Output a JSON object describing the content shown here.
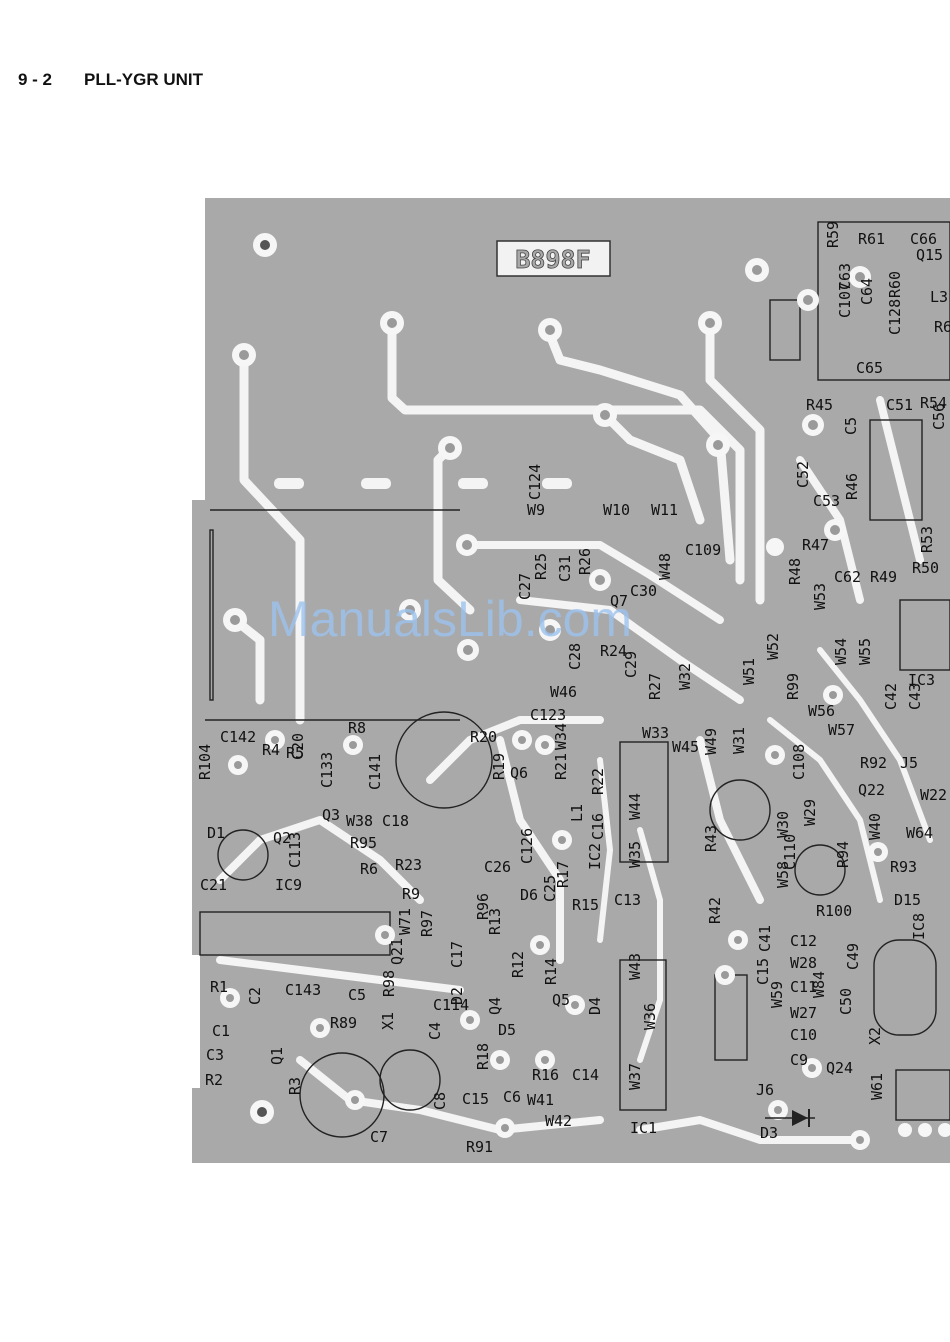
{
  "header": {
    "section": "9 - 2",
    "title": "PLL-YGR UNIT"
  },
  "board": {
    "code": "B898F"
  },
  "watermark": "ManualsLib.com",
  "colors": {
    "board": "#a9a9a9",
    "trace": "#f4f4f4",
    "ink": "#111111",
    "watermark": "#9cc3ee"
  },
  "labels": [
    "R59",
    "R61",
    "C66",
    "Q15",
    "C107",
    "C63",
    "C64",
    "R60",
    "C128",
    "L3",
    "C65",
    "R6",
    "R45",
    "C51",
    "R54",
    "C5",
    "C56",
    "C52",
    "C53",
    "R46",
    "C124",
    "W9",
    "W10",
    "W11",
    "C109",
    "R47",
    "R48",
    "C62",
    "R49",
    "R50",
    "R53",
    "C27",
    "R25",
    "C31",
    "R26",
    "C30",
    "Q7",
    "W48",
    "W53",
    "W52",
    "W54",
    "W55",
    "IC3",
    "C28",
    "R24",
    "C29",
    "R27",
    "W32",
    "W46",
    "W51",
    "R99",
    "W56",
    "C42",
    "C43",
    "C123",
    "W34",
    "W33",
    "W45",
    "W49",
    "W31",
    "C108",
    "W57",
    "R92",
    "J5",
    "R104",
    "C142",
    "R4",
    "C20",
    "R8",
    "R20",
    "R19",
    "Q6",
    "R5",
    "C133",
    "C141",
    "R21",
    "W44",
    "R22",
    "Q22",
    "W22",
    "L1",
    "D1",
    "Q2",
    "Q3",
    "W38",
    "C18",
    "W30",
    "W29",
    "W40",
    "W64",
    "R95",
    "C16",
    "R94",
    "C113",
    "R6",
    "R23",
    "C26",
    "C126",
    "IC2",
    "W35",
    "R43",
    "C110",
    "R93",
    "C21",
    "IC9",
    "R9",
    "R17",
    "W58",
    "R96",
    "D6",
    "C25",
    "D15",
    "W71",
    "R97",
    "R13",
    "R15",
    "C13",
    "R42",
    "R100",
    "IC8",
    "C17",
    "C41",
    "C15",
    "C12",
    "Q21",
    "W28",
    "C49",
    "R98",
    "R12",
    "R14",
    "W43",
    "C11",
    "W84",
    "R1",
    "C2",
    "C143",
    "C5",
    "D2",
    "Q4",
    "Q5",
    "D4",
    "W59",
    "W27",
    "C50",
    "X2",
    "X1",
    "C114",
    "C4",
    "W36",
    "C10",
    "R89",
    "C1",
    "D5",
    "C3",
    "Q1",
    "R18",
    "C9",
    "R2",
    "R3",
    "R16",
    "C14",
    "W37",
    "Q24",
    "W61",
    "J6",
    "C8",
    "C15",
    "C6",
    "W41",
    "C7",
    "W42",
    "IC1",
    "D3",
    "R91"
  ]
}
